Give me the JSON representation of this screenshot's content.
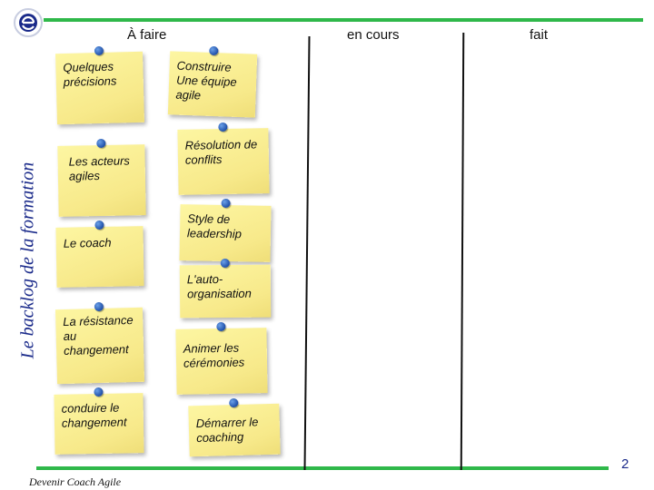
{
  "board": {
    "columns": [
      {
        "label": "À faire"
      },
      {
        "label": "en cours"
      },
      {
        "label": "fait"
      }
    ],
    "side_title": "Le backlog de la formation",
    "footer": "Devenir Coach Agile",
    "page_number": "2"
  },
  "notes": {
    "n1": "Quelques précisions",
    "n2": "Construire Une équipe agile",
    "n3": "Les acteurs agiles",
    "n4": "Résolution de conflits",
    "n5": "Le coach",
    "n6": "Style de leadership",
    "n7": "L'auto-organisation",
    "n8": "La résistance au changement",
    "n9": "Animer les cérémonies",
    "n10": "conduire le changement",
    "n11": "Démarrer le coaching"
  },
  "colors": {
    "accent_line": "#2fb84a",
    "title_blue": "#1a2a8a",
    "note_yellow": "#f7e98a",
    "pin_blue": "#1f4fa8"
  }
}
